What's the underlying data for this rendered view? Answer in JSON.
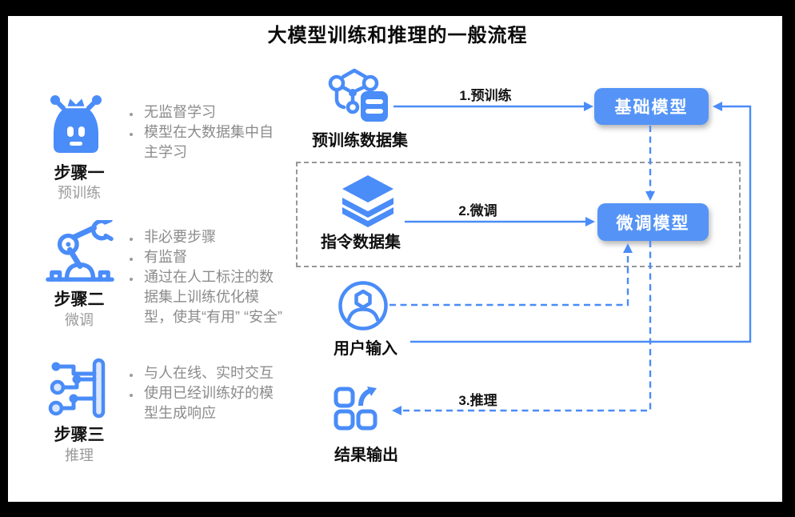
{
  "title": "大模型训练和推理的一般流程",
  "colors": {
    "accent_blue": "#4a8cf8",
    "button_blue": "#5594f6",
    "icon_light_blue": "#dbe7fd",
    "muted_gray_text": "#8b8b8b",
    "dashed_box_gray": "#979797",
    "background": "#ffffff",
    "frame": "#000000"
  },
  "steps": [
    {
      "title": "步骤一",
      "subtitle": "预训练",
      "icon": "robot-icon",
      "bullets": [
        "无监督学习",
        "模型在大数据集中自主学习"
      ]
    },
    {
      "title": "步骤二",
      "subtitle": "微调",
      "icon": "robot-arm-icon",
      "bullets": [
        "非必要步骤",
        "有监督",
        "通过在人工标注的数据集上训练优化模型，使其“有用” “安全”"
      ]
    },
    {
      "title": "步骤三",
      "subtitle": "推理",
      "icon": "circuit-icon",
      "bullets": [
        "与人在线、实时交互",
        "使用已经训练好的模型生成响应"
      ]
    }
  ],
  "flow": {
    "nodes": {
      "pretrain_dataset": {
        "label": "预训练数据集",
        "icon": "molecule-dataset-icon"
      },
      "base_model": {
        "label": "基础模型",
        "type": "button"
      },
      "instruction_dataset": {
        "label": "指令数据集",
        "icon": "layers-icon"
      },
      "finetuned_model": {
        "label": "微调模型",
        "type": "button"
      },
      "user_input": {
        "label": "用户输入",
        "icon": "user-icon"
      },
      "result_output": {
        "label": "结果输出",
        "icon": "output-icon"
      }
    },
    "edges": [
      {
        "id": "pretrain",
        "label": "1.预训练",
        "from": "pretrain_dataset",
        "to": "base_model",
        "style": "solid"
      },
      {
        "id": "finetune",
        "label": "2.微调",
        "from": "instruction_dataset",
        "to": "finetuned_model",
        "style": "solid"
      },
      {
        "id": "inference",
        "label": "3.推理",
        "from": "finetuned_model",
        "to": "result_output",
        "style": "dashed"
      },
      {
        "id": "base-to-finetuned",
        "label": "",
        "from": "base_model",
        "to": "finetuned_model",
        "style": "dashed"
      },
      {
        "id": "user-to-finetuned",
        "label": "",
        "from": "user_input",
        "to": "finetuned_model",
        "style": "dashed"
      },
      {
        "id": "user-to-base",
        "label": "",
        "from": "user_input",
        "to": "base_model",
        "style": "solid"
      }
    ]
  }
}
